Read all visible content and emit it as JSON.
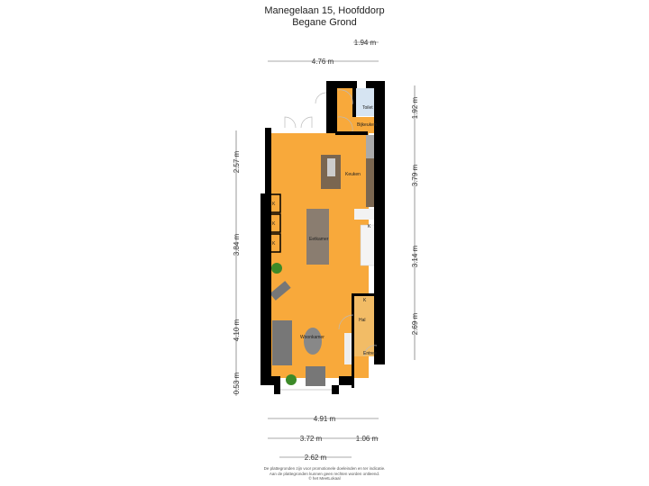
{
  "header": {
    "title": "Manegelaan 15, Hoofddorp",
    "floor": "Begane Grond"
  },
  "dimensions": {
    "top": [
      "1.94 m",
      "4.76 m"
    ],
    "right": [
      "1.92 m",
      "3.79 m",
      "3.14 m",
      "2.69 m"
    ],
    "left": [
      "2.57 m",
      "3.84 m",
      "4.10 m",
      "0.53 m"
    ],
    "bottom": [
      "4.91 m",
      "3.72 m",
      "1.06 m",
      "2.62 m"
    ]
  },
  "rooms": {
    "toilet": "Toilet",
    "bijkeuken": "Bijkeuken",
    "keuken": "Keuken",
    "eetkamer": "Eetkamer",
    "woonkamer": "Woonkamer",
    "hal": "Hal",
    "entree": "Entree",
    "kast": "K"
  },
  "colors": {
    "room": "#F8A93B",
    "hal": "#F2BC66",
    "toilet": "#D6E4F2",
    "wall": "#000000",
    "counter": "#7A6650"
  },
  "disclaimer": [
    "De plattegronden zijn voor promotionele doeleinden en ter indicatie.",
    "Aan de plattegronden kunnen geen rechten worden ontleend.",
    "© het MeetLokaal"
  ]
}
